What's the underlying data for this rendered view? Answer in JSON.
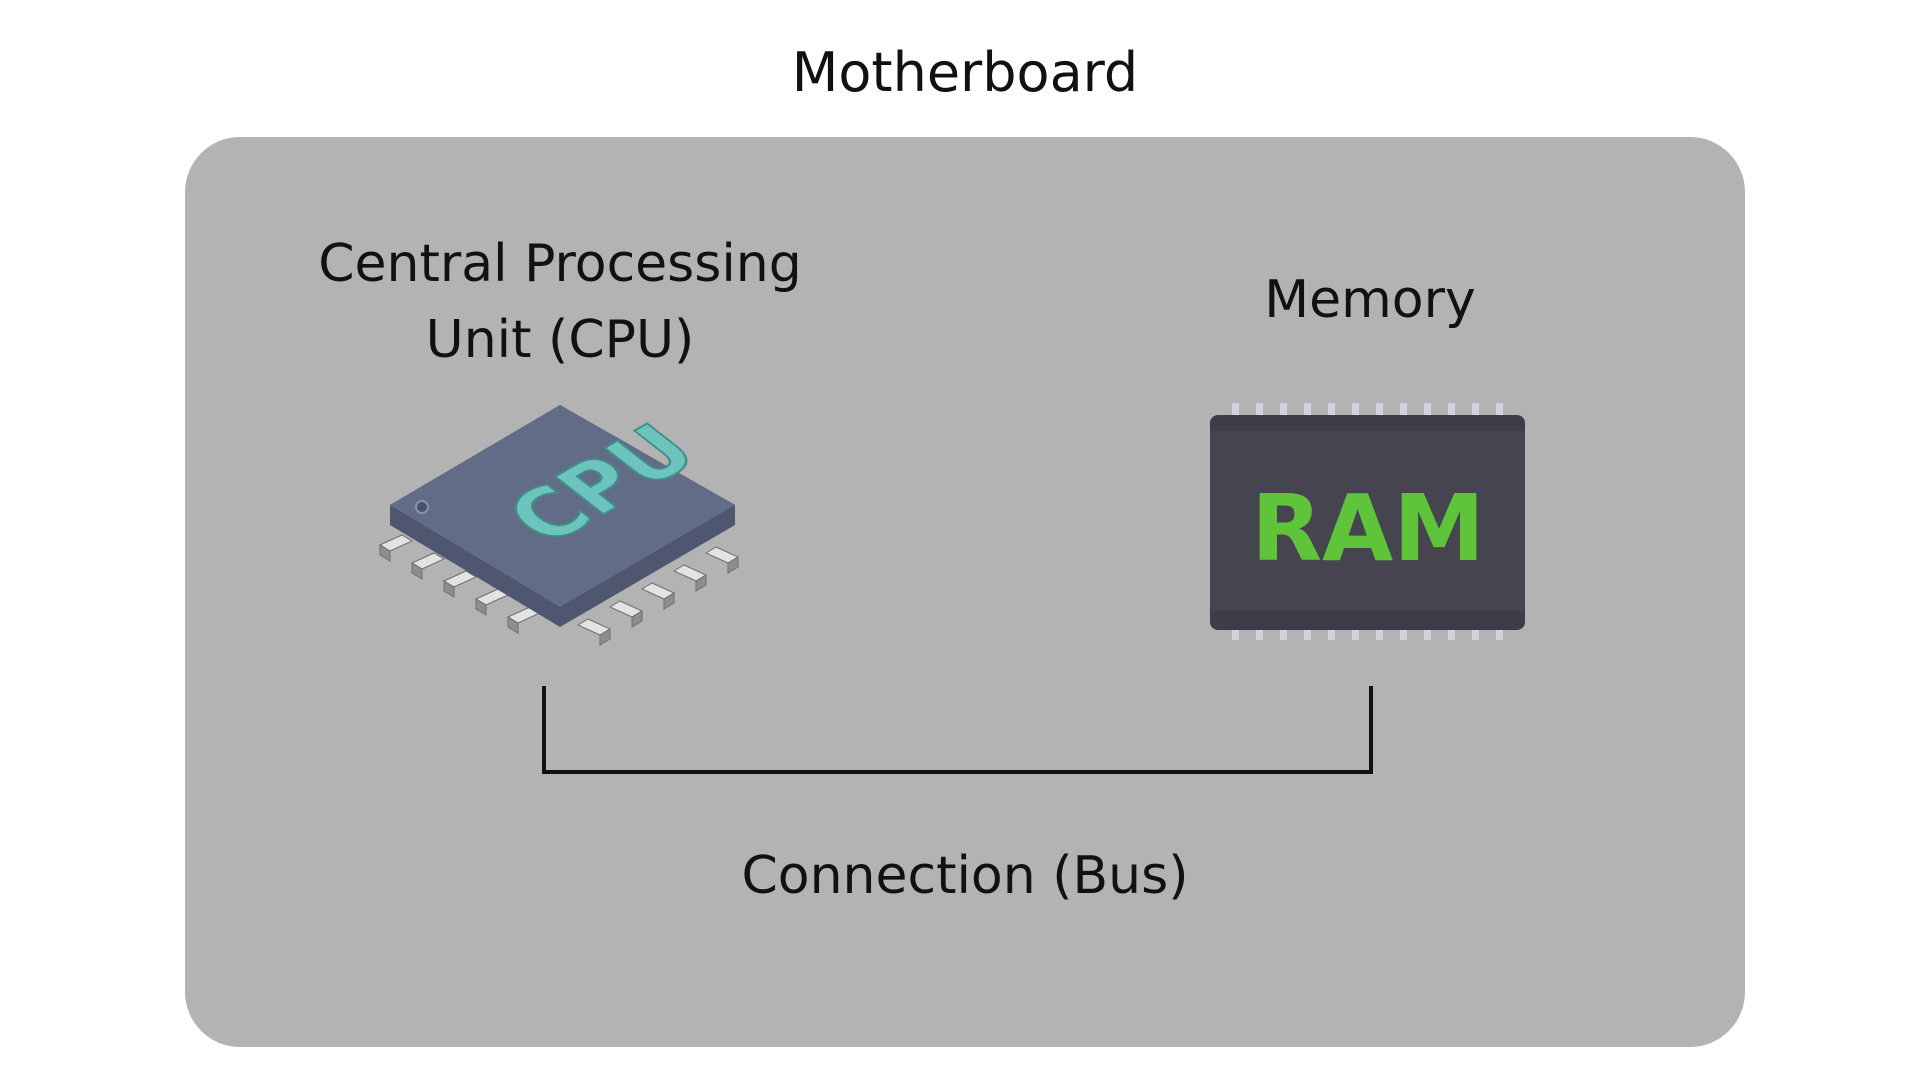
{
  "diagram": {
    "title": "Motherboard",
    "cpu": {
      "label_line1": "Central Processing",
      "label_line2": "Unit (CPU)",
      "chip_text": "CPU",
      "icon": "cpu-chip-icon"
    },
    "memory": {
      "label": "Memory",
      "chip_text": "RAM",
      "icon": "ram-chip-icon"
    },
    "bus": {
      "label": "Connection (Bus)"
    }
  },
  "colors": {
    "board": "#b3b3b3",
    "cpu_body": "#606b85",
    "cpu_text": "#6cc4bc",
    "ram_body": "#3d3c48",
    "ram_text": "#5fc43a",
    "pins": "#cfd3dc"
  }
}
